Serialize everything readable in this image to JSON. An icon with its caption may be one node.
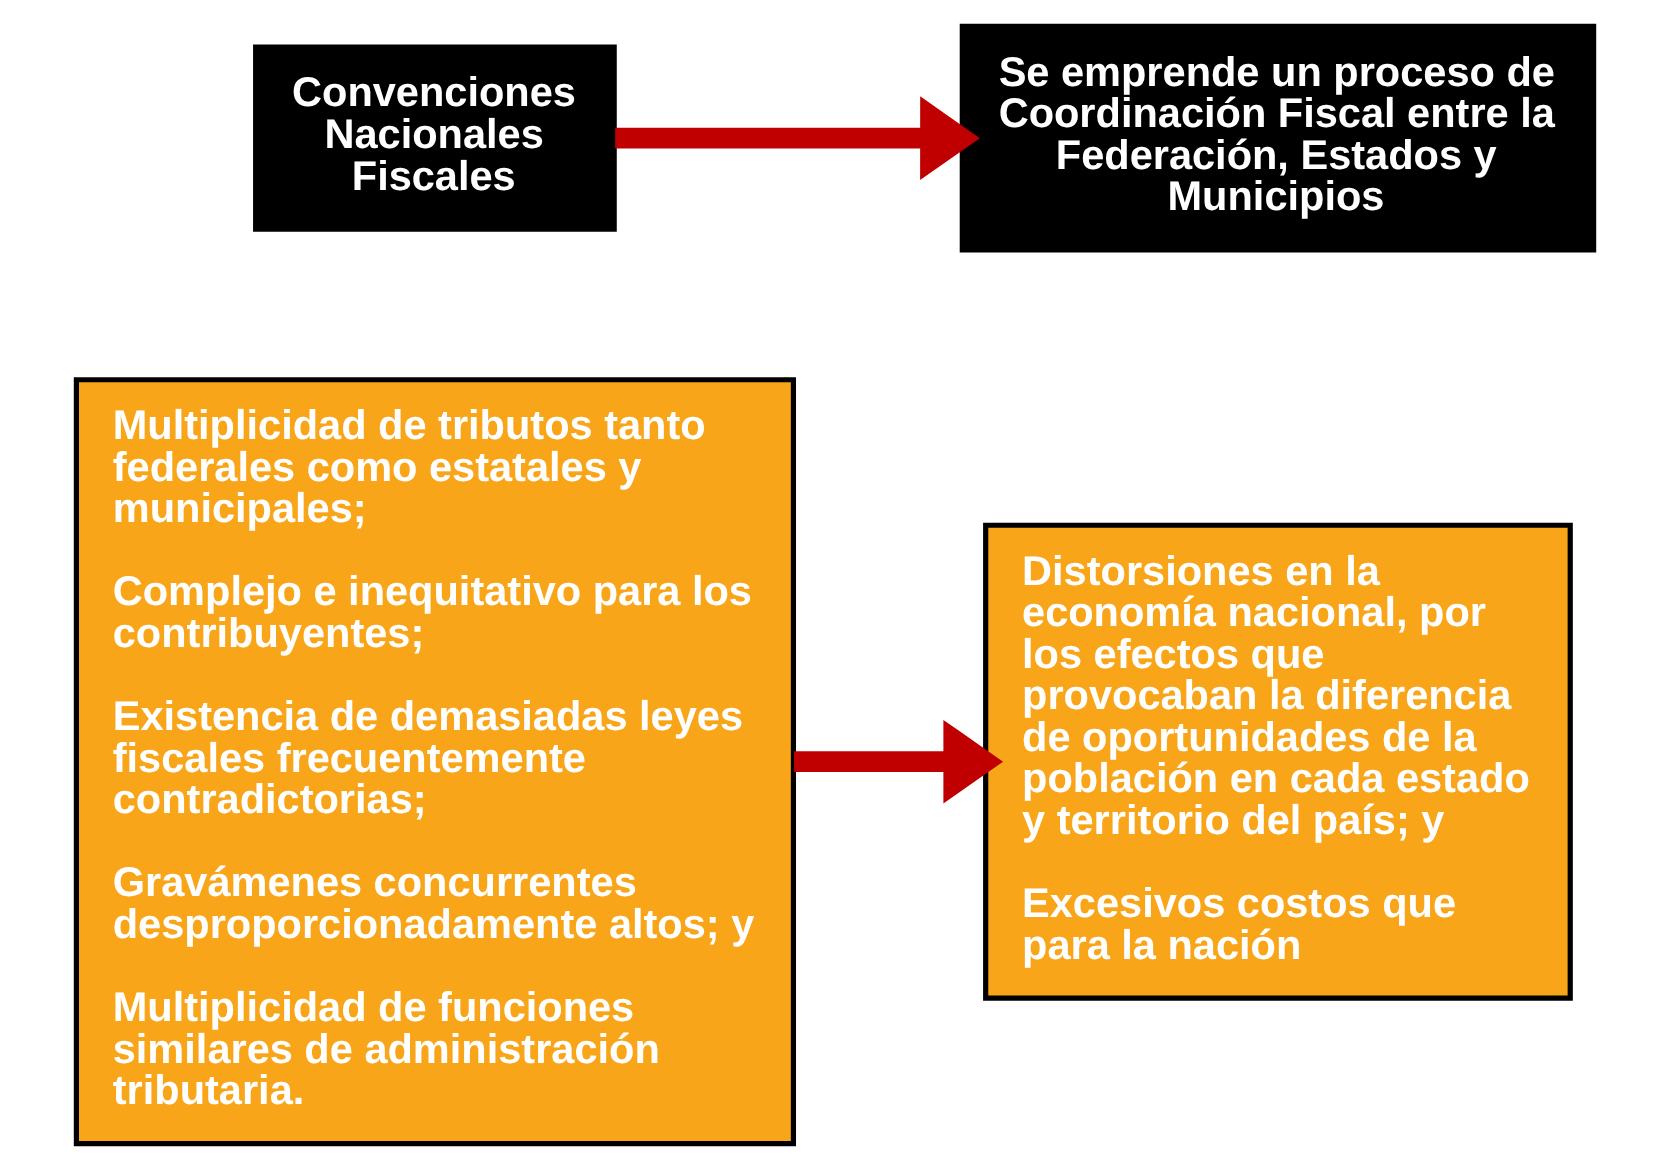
{
  "diagram": {
    "nodes": [
      {
        "text": [
          "Multiplicidad de tributos tanto federales como estatales y municipales;",
          "Complejo e inequitativo para los contribuyentes;",
          "Existencia de demasiadas leyes fiscales frecuentemente contradictorias;",
          "Gravámenes concurrentes desproporcionadamente altos; y",
          "Multiplicidad de funciones similares de administración tributaria."
        ]
      },
      {
        "text": [
          "Distorsiones en la economía nacional, por los efectos que provocaban la diferencia de oportunidades de la población en cada estado y territorio del país; y",
          "Excesivos costos que para la nación"
        ]
      },
      {
        "text": [
          "Convenciones Nacionales Fiscales"
        ]
      },
      {
        "text": [
          "Se emprende un proceso de Coordinación Fiscal entre la Federación, Estados y Municipios"
        ]
      }
    ],
    "edges": [
      {
        "from": 0,
        "to": 1,
        "arrow": "to"
      },
      {
        "from": 2,
        "to": 3,
        "arrow": "to"
      }
    ]
  }
}
